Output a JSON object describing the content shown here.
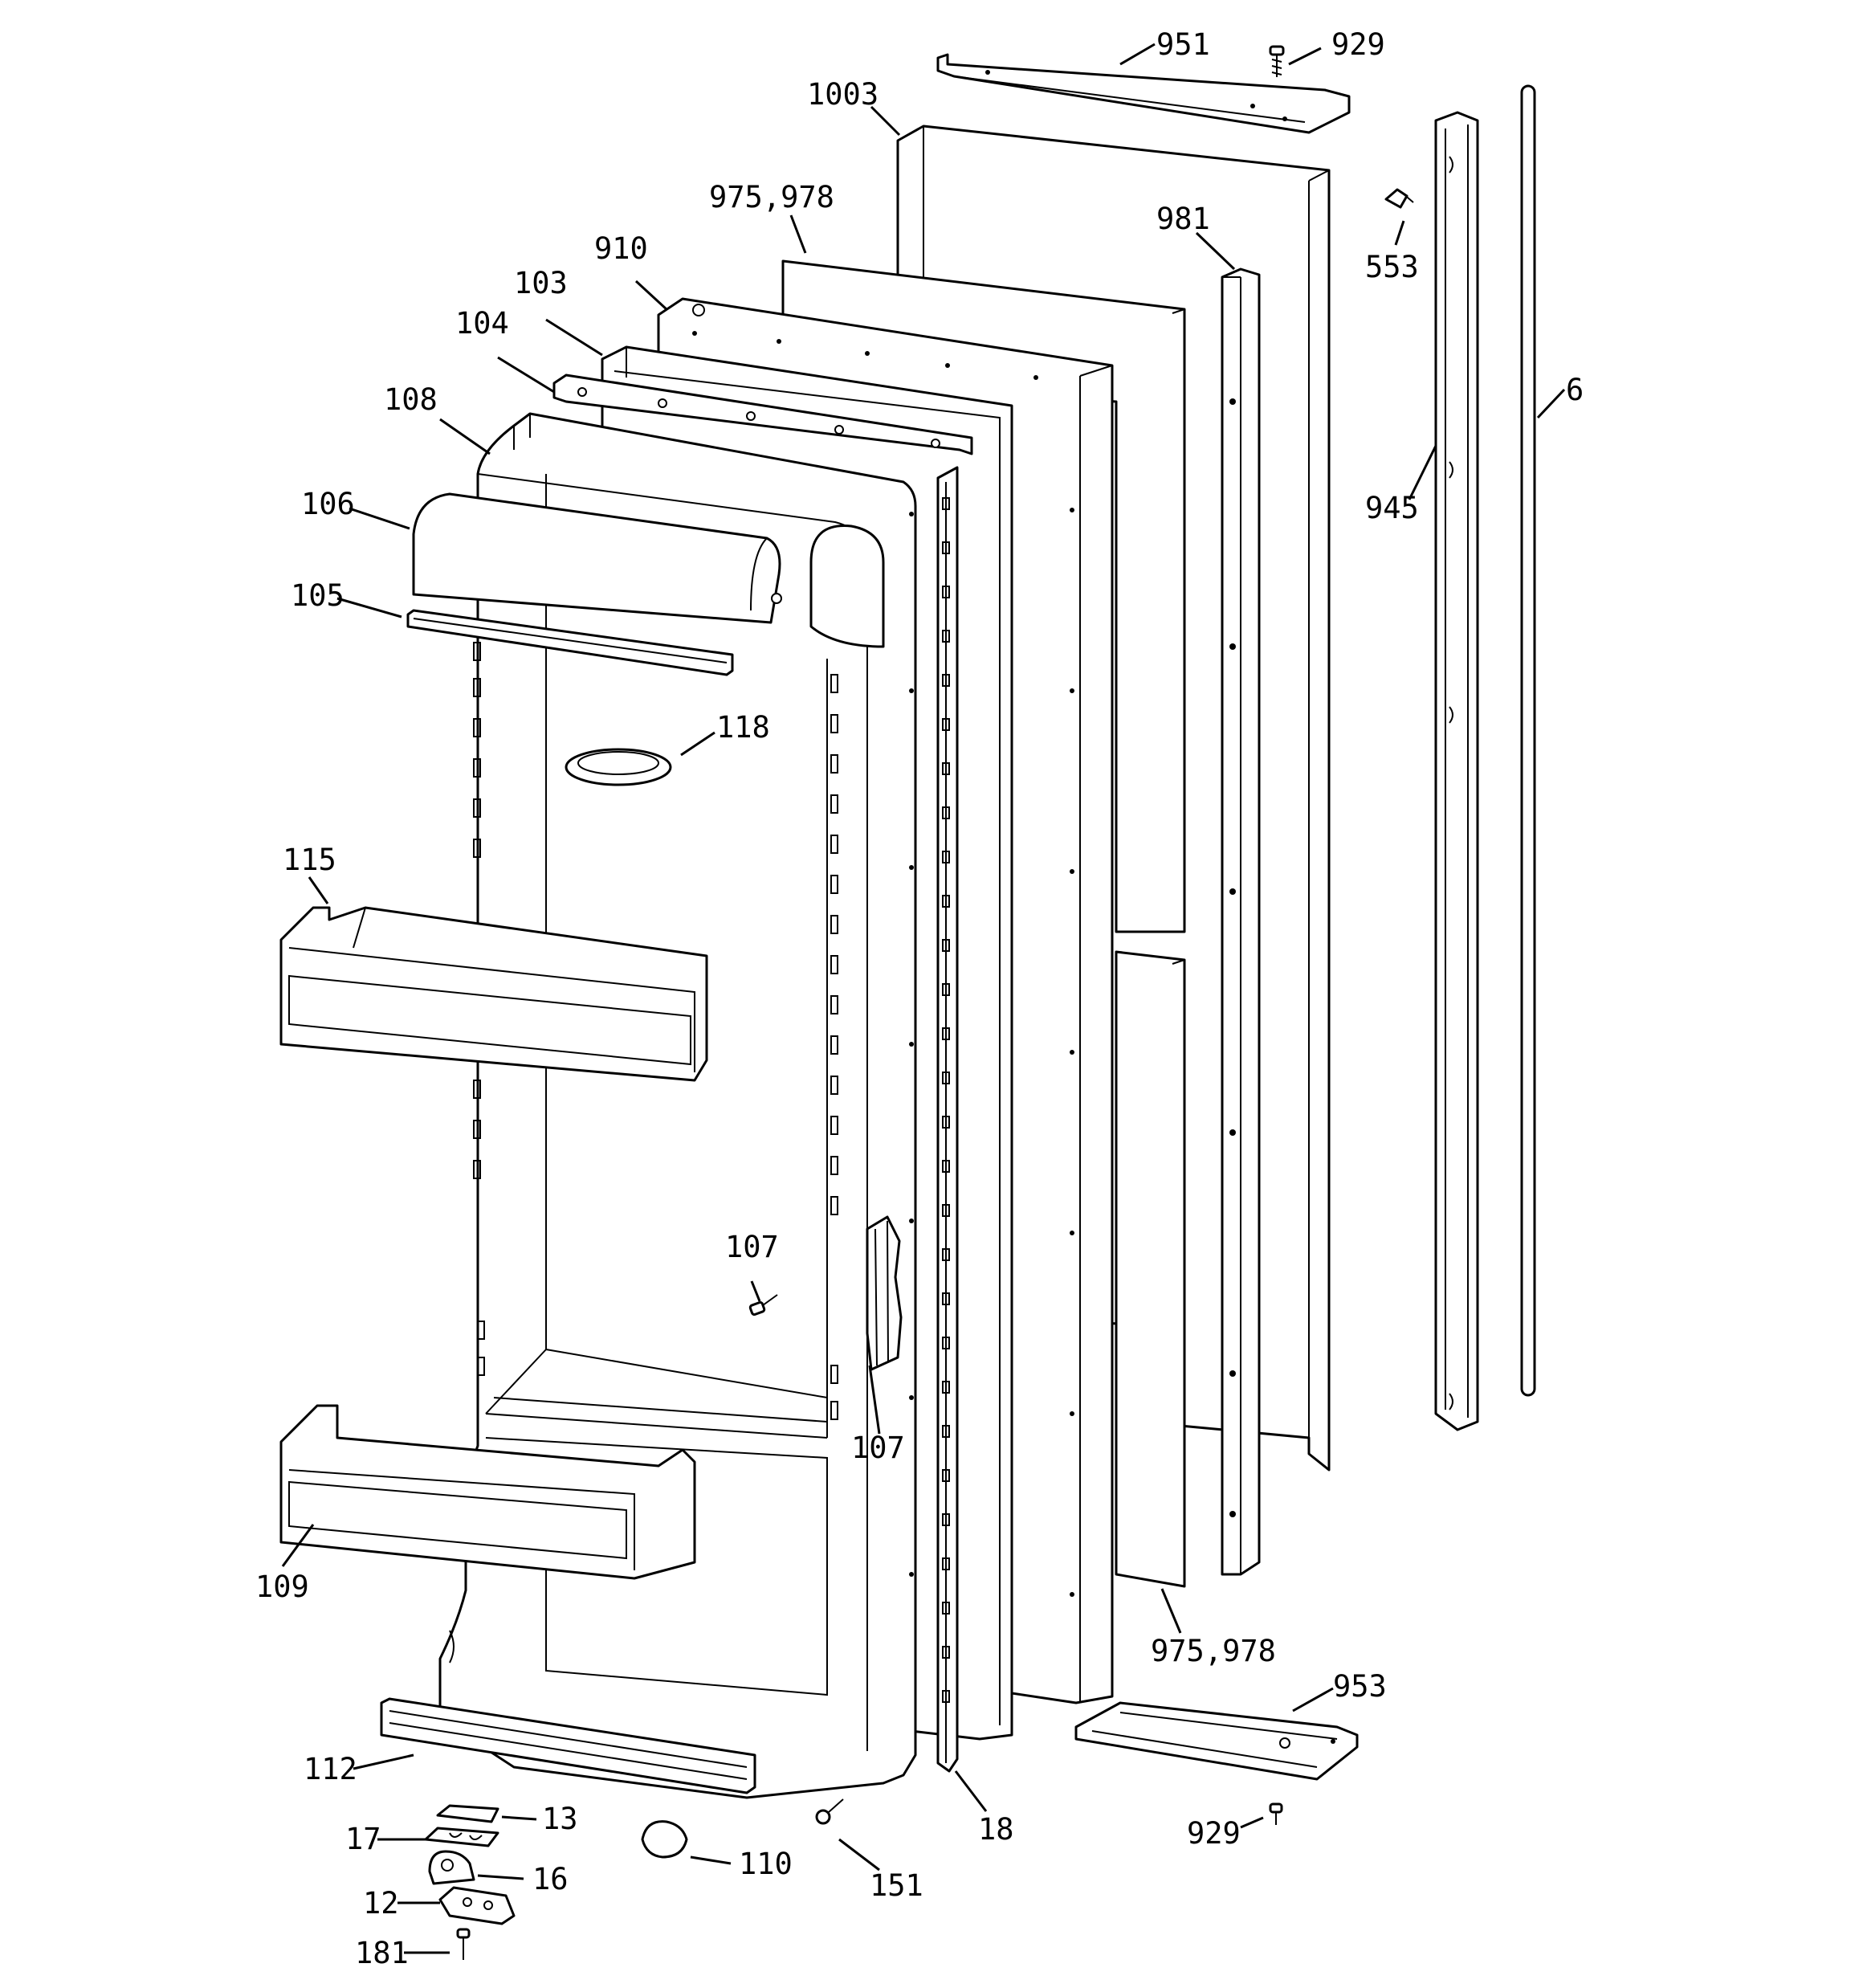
{
  "parts": [
    {
      "id": "951",
      "label": "951"
    },
    {
      "id": "929_top",
      "label": "929"
    },
    {
      "id": "1003",
      "label": "1003"
    },
    {
      "id": "975_978_top",
      "label": "975,978"
    },
    {
      "id": "981",
      "label": "981"
    },
    {
      "id": "553",
      "label": "553"
    },
    {
      "id": "910",
      "label": "910"
    },
    {
      "id": "103",
      "label": "103"
    },
    {
      "id": "104",
      "label": "104"
    },
    {
      "id": "108",
      "label": "108"
    },
    {
      "id": "6",
      "label": "6"
    },
    {
      "id": "945",
      "label": "945"
    },
    {
      "id": "106",
      "label": "106"
    },
    {
      "id": "105",
      "label": "105"
    },
    {
      "id": "118",
      "label": "118"
    },
    {
      "id": "115",
      "label": "115"
    },
    {
      "id": "107_screw",
      "label": "107"
    },
    {
      "id": "107_hinge",
      "label": "107"
    },
    {
      "id": "109",
      "label": "109"
    },
    {
      "id": "975_978_bottom",
      "label": "975,978"
    },
    {
      "id": "953",
      "label": "953"
    },
    {
      "id": "112",
      "label": "112"
    },
    {
      "id": "13",
      "label": "13"
    },
    {
      "id": "17",
      "label": "17"
    },
    {
      "id": "110",
      "label": "110"
    },
    {
      "id": "18",
      "label": "18"
    },
    {
      "id": "929_bottom",
      "label": "929"
    },
    {
      "id": "16",
      "label": "16"
    },
    {
      "id": "151",
      "label": "151"
    },
    {
      "id": "12",
      "label": "12"
    },
    {
      "id": "181",
      "label": "181"
    }
  ]
}
